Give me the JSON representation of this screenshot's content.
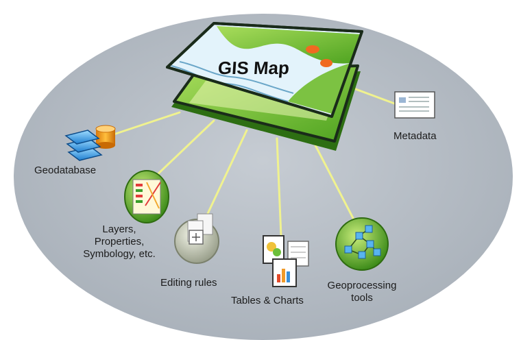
{
  "map": {
    "title": "GIS Map"
  },
  "nodes": {
    "geodatabase": "Geodatabase",
    "layers": [
      "Layers,",
      "Properties,",
      "Symbology, etc."
    ],
    "editing_rules": "Editing rules",
    "tables_charts": "Tables & Charts",
    "geoprocessing": [
      "Geoprocessing",
      "tools"
    ],
    "metadata": "Metadata"
  },
  "colors": {
    "background_ellipse": "#b5bcc4",
    "connector": "#eef08a",
    "map_green": "#7cc242",
    "map_dark_green": "#3f8f1c",
    "map_border": "#1a2b1a",
    "map_water": "#cbe6f3"
  }
}
